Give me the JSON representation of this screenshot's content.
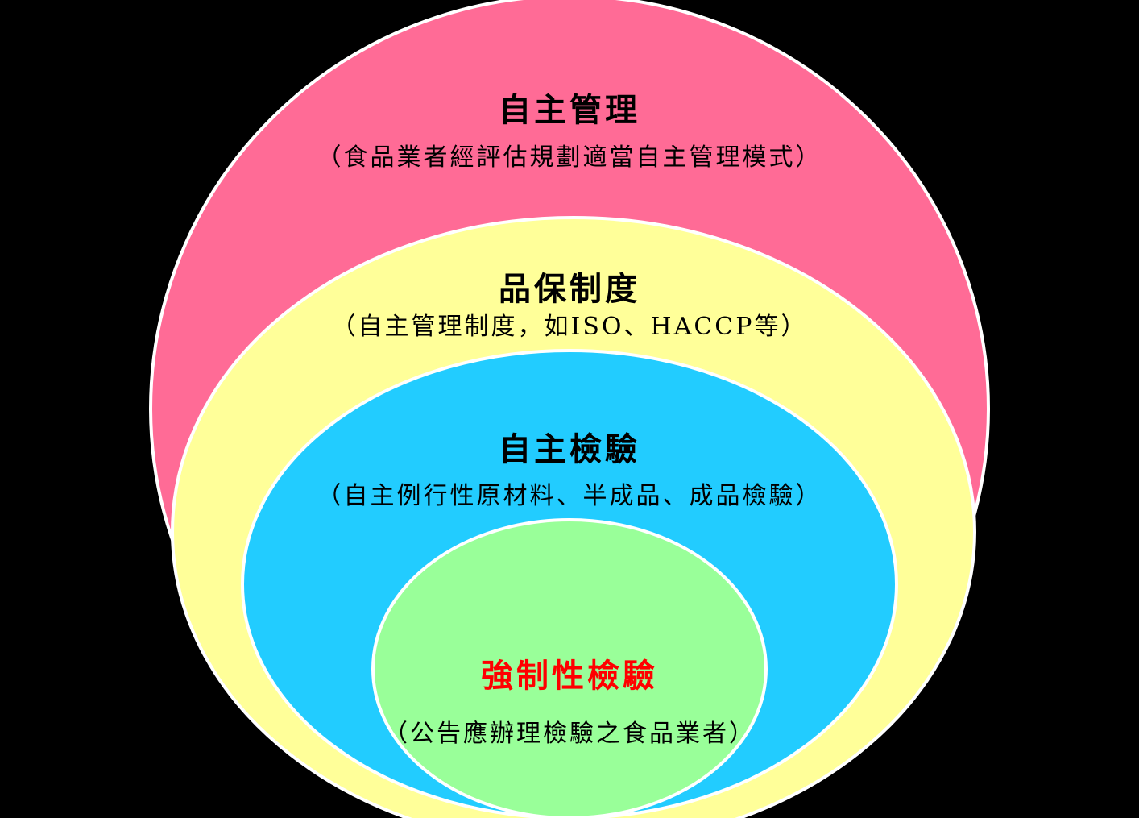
{
  "colors": {
    "background": "#000000",
    "outer": "#ff6b96",
    "second": "#ffff99",
    "third": "#22ccff",
    "inner": "#99ff99",
    "text": "#000000",
    "highlight": "#ff0000"
  },
  "layers": [
    {
      "title": "自主管理",
      "subtitle": "（食品業者經評估規劃適當自主管理模式）"
    },
    {
      "title": "品保制度",
      "subtitle": "（自主管理制度，如ISO、HACCP等）"
    },
    {
      "title": "自主檢驗",
      "subtitle": "（自主例行性原材料、半成品、成品檢驗）"
    },
    {
      "title": "強制性檢驗",
      "subtitle": "（公告應辦理檢驗之食品業者）"
    }
  ]
}
